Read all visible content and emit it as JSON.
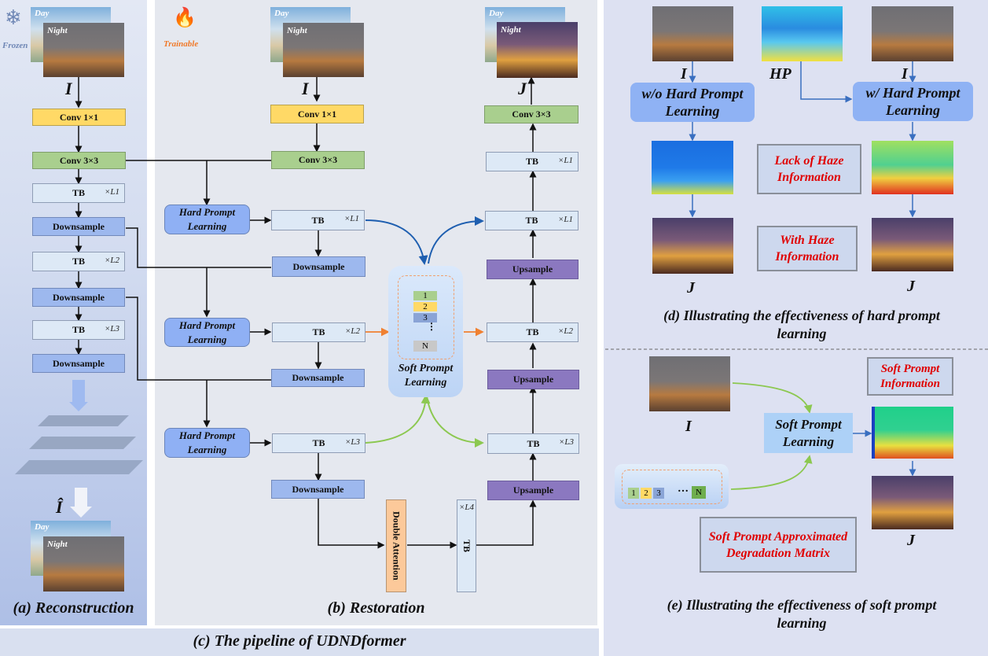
{
  "figure": {
    "caption_a": "(a) Reconstruction",
    "caption_b": "(b) Restoration",
    "caption_c": "(c) The pipeline of UDNDformer",
    "caption_d": "(d) Illustrating the effectiveness of hard prompt learning",
    "caption_e": "(e) Illustrating the effectiveness of soft prompt learning"
  },
  "reconstruction": {
    "status_label": "Frozen",
    "status_icon": "snowflake-icon",
    "input_symbol": "I",
    "output_symbol": "Î",
    "image_tags": [
      "Day",
      "Night"
    ],
    "blocks": [
      {
        "label": "Conv 1×1",
        "type": "conv1"
      },
      {
        "label": "Conv 3×3",
        "type": "conv3"
      },
      {
        "label": "TB",
        "mult": "×L1",
        "type": "tb"
      },
      {
        "label": "Downsample",
        "type": "down"
      },
      {
        "label": "TB",
        "mult": "×L2",
        "type": "tb"
      },
      {
        "label": "Downsample",
        "type": "down"
      },
      {
        "label": "TB",
        "mult": "×L3",
        "type": "tb"
      },
      {
        "label": "Downsample",
        "type": "down"
      }
    ]
  },
  "restoration": {
    "status_label": "Trainable",
    "status_icon": "flame-icon",
    "input_symbol": "I",
    "output_symbol": "J",
    "image_tags": [
      "Day",
      "Night"
    ],
    "conv1": "Conv 1×1",
    "conv3": "Conv 3×3",
    "conv3_out": "Conv 3×3",
    "hard_prompt": "Hard Prompt Learning",
    "tb": "TB",
    "down": "Downsample",
    "up": "Upsample",
    "double_attention": "Double Attention",
    "soft_prompt": "Soft Prompt Learning",
    "mults": {
      "l1": "×L1",
      "l2": "×L2",
      "l3": "×L3",
      "l4": "×L4"
    },
    "prompt_stack": [
      "1",
      "2",
      "3",
      "⋮",
      "N"
    ]
  },
  "hard_prompt_panel": {
    "input_symbol": "I",
    "hp_symbol": "HP",
    "output_symbol": "J",
    "without_label": "w/o Hard Prompt Learning",
    "with_label": "w/ Hard Prompt Learning",
    "callout_lack": "Lack of Haze Information",
    "callout_with": "With Haze Information"
  },
  "soft_prompt_panel": {
    "input_symbol": "I",
    "output_symbol": "J",
    "module_label": "Soft Prompt Learning",
    "callout_info": "Soft Prompt Information",
    "callout_matrix": "Soft Prompt Approximated Degradation Matrix",
    "prompt_stack": [
      "1",
      "2",
      "3",
      "…",
      "N"
    ]
  },
  "colors": {
    "conv1": "#ffd966",
    "conv3": "#a9cf8e",
    "tb": "#dde9f6",
    "downsample": "#9db8ee",
    "upsample": "#8b78c0",
    "double_attention": "#fcc99a",
    "callout_text": "#e00000",
    "skip_blue": "#1f5fb0",
    "skip_orange": "#f08030",
    "skip_green": "#8cc850",
    "trainable": "#f07a2a",
    "frozen": "#6f87b5"
  }
}
